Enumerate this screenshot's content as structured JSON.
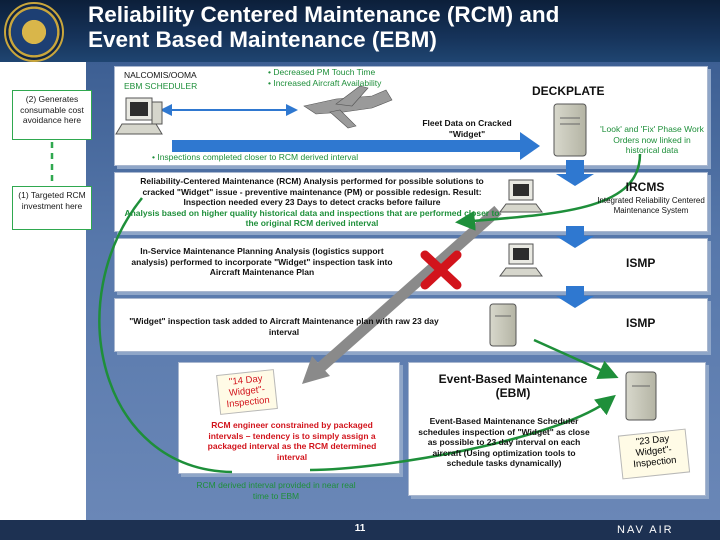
{
  "title_line1": "Reliability Centered Maintenance (RCM) and",
  "title_line2": "Event Based Maintenance (EBM)",
  "left_box_2": "(2)  Generates consumable cost avoidance here",
  "left_box_1": "(1)  Targeted RCM investment here",
  "nalcomis_line1": "NALCOMIS/OOMA",
  "nalcomis_line2": "EBM SCHEDULER",
  "bullet_pm": "• Decreased PM Touch Time",
  "bullet_availability": "• Increased Aircraft Availability",
  "deckplate": "DECKPLATE",
  "fleet_data": "Fleet Data on Cracked \"Widget\"",
  "look_fix": "'Look' and 'Fix' Phase Work Orders now linked in historical data",
  "inspections_bullet": "• Inspections completed closer to RCM derived interval",
  "rcm_text_black": "Reliability-Centered Maintenance (RCM) Analysis performed for possible solutions to cracked \"Widget\" issue -  preventive maintenance (PM) or possible redesign. Result: Inspection needed every 23 Days to detect cracks before failure",
  "rcm_text_green": "Analysis based on higher quality historical data and inspections that are performed closer to the original RCM derived interval",
  "ircms_title": "IRCMS",
  "ircms_sub": "Integrated Reliability Centered Maintenance System",
  "ismp_text": "In-Service Maintenance Planning Analysis (logistics support analysis) performed to incorporate \"Widget\" inspection task into Aircraft Maintenance Plan",
  "ismp1": "ISMP",
  "widget_task": "\"Widget\" inspection task added to Aircraft Maintenance plan with raw 23 day interval",
  "ismp2": "ISMP",
  "note_14": "\"14 Day Widget\"- Inspection",
  "rcm_engineer": "RCM engineer constrained by packaged intervals – tendency is to simply assign a packaged interval as the RCM determined interval",
  "ebm_title": "Event-Based Maintenance (EBM)",
  "ebm_text": "Event-Based Maintenance Scheduler schedules inspection of \"Widget\" as close as possible to 23 day interval on each aircraft (Using optimization tools to schedule tasks dynamically)",
  "note_23": "\"23 Day Widget\"- Inspection",
  "rcm_derived": "RCM derived interval provided in near real time to EBM",
  "page_number": "11",
  "logo_text": "NAV AIR",
  "colors": {
    "navy": "#16335a",
    "green": "#1e8f3a",
    "red": "#d2141c",
    "arrow_blue": "#2f78d0"
  }
}
